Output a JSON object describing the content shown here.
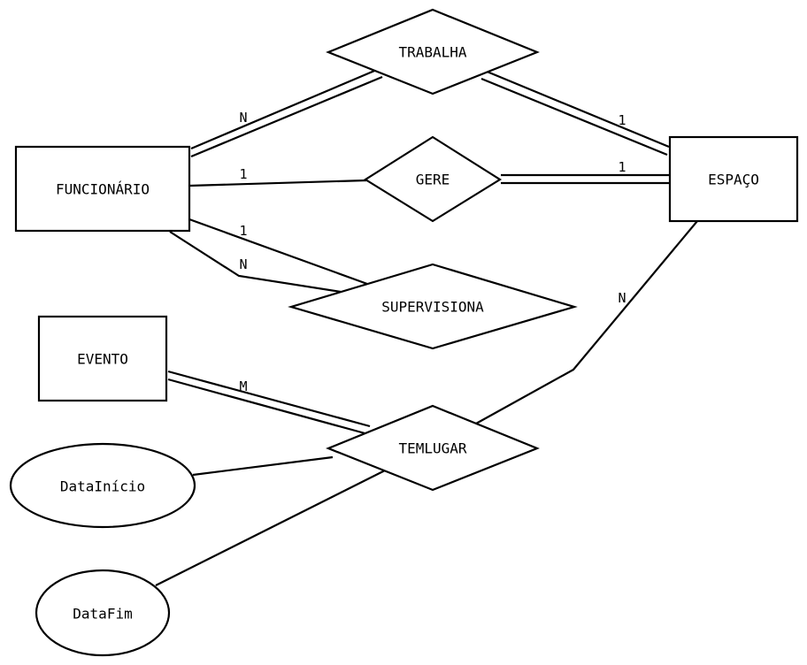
{
  "entities": {
    "funcionario": "FUNCIONÁRIO",
    "espaco": "ESPAÇO",
    "evento": "EVENTO"
  },
  "relationships": {
    "trabalha": "TRABALHA",
    "gere": "GERE",
    "supervisiona": "SUPERVISIONA",
    "temlugar": "TEMLUGAR"
  },
  "attributes": {
    "datainicio": "DataInício",
    "datafim": "DataFim"
  },
  "cardinalities": {
    "funcionario_trabalha": "N",
    "trabalha_espaco": "1",
    "funcionario_gere": "1",
    "gere_espaco": "1",
    "funcionario_supervisiona_top": "1",
    "funcionario_supervisiona_bottom": "N",
    "espaco_temlugar": "N",
    "evento_temlugar": "M"
  }
}
